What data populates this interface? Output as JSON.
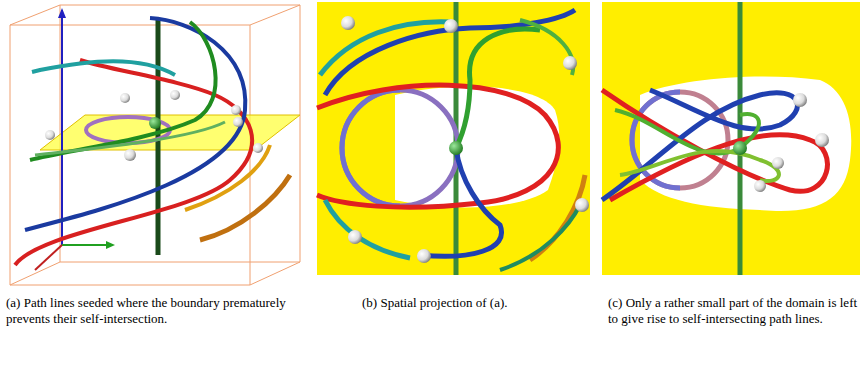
{
  "diagram": {
    "labels": [
      "(a) Path lines seeded where the boundary prematurely prevents their self-intersection.",
      "(b) Spatial projection of (a).",
      "(c) Only a rather small part of the domain is left to give rise to self-intersecting path lines."
    ]
  }
}
